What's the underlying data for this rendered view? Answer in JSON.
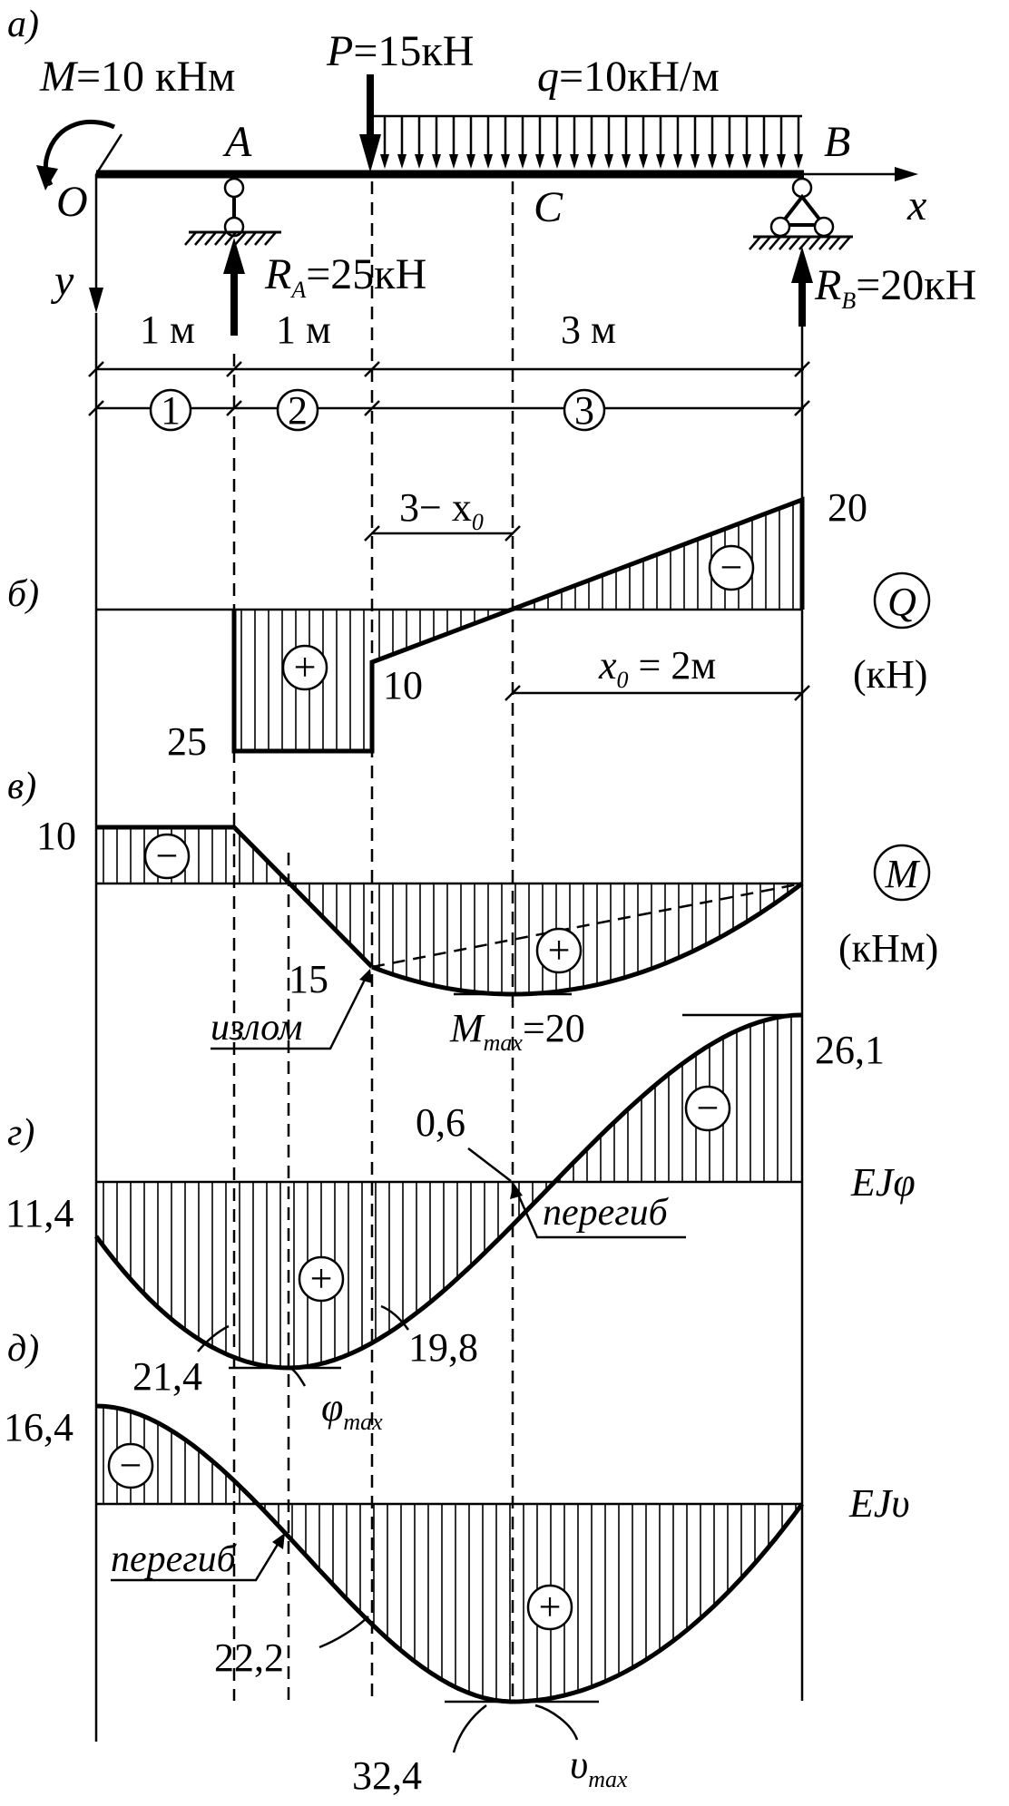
{
  "panels": {
    "a": "а)",
    "b": "б)",
    "v": "в)",
    "g": "г)",
    "d": "д)"
  },
  "loads": {
    "moment": "M=10 кНм",
    "force": "P=15кН",
    "distributed": "q=10кН/м"
  },
  "points": {
    "O": "O",
    "A": "A",
    "B": "B",
    "C": "C"
  },
  "axes": {
    "x": "x",
    "y": "y"
  },
  "reactions": {
    "RA_main": "R",
    "RA_sub": "A",
    "RA_value": "=25кН",
    "RB_main": "R",
    "RB_sub": "B",
    "RB_value": "=20кН"
  },
  "spans": [
    "1 м",
    "1 м",
    "3 м"
  ],
  "sections": [
    "1",
    "2",
    "3"
  ],
  "shear": {
    "name": "Q",
    "unit": "(кН)",
    "top_right": "20",
    "left_value": "25",
    "jump_value": "10",
    "dim_a_main": "3− x",
    "dim_a_sub": "0",
    "dim_b_x": "x",
    "dim_b_sub": "0",
    "dim_b_rest": " = 2м"
  },
  "moment": {
    "name": "M",
    "unit": "(кНм)",
    "left_value": "10",
    "kink_value": "15",
    "kink_label": "излом",
    "max_main": "M",
    "max_sub": "max",
    "max_value": "=20"
  },
  "slope": {
    "name": "EJφ",
    "right_value": "26,1",
    "inflection_value": "0,6",
    "inflection_label": "перегиб",
    "left_value": "11,4",
    "value_a": "21,4",
    "value_b": "19,8",
    "max_main": "φ",
    "max_sub": "max"
  },
  "deflection": {
    "name": "EJυ",
    "left_value": "16,4",
    "inflection_label": "перегиб",
    "value_a": "22,2",
    "max_value": "32,4",
    "max_main": "υ",
    "max_sub": "max"
  },
  "signs": {
    "plus": "+",
    "minus": "−"
  }
}
